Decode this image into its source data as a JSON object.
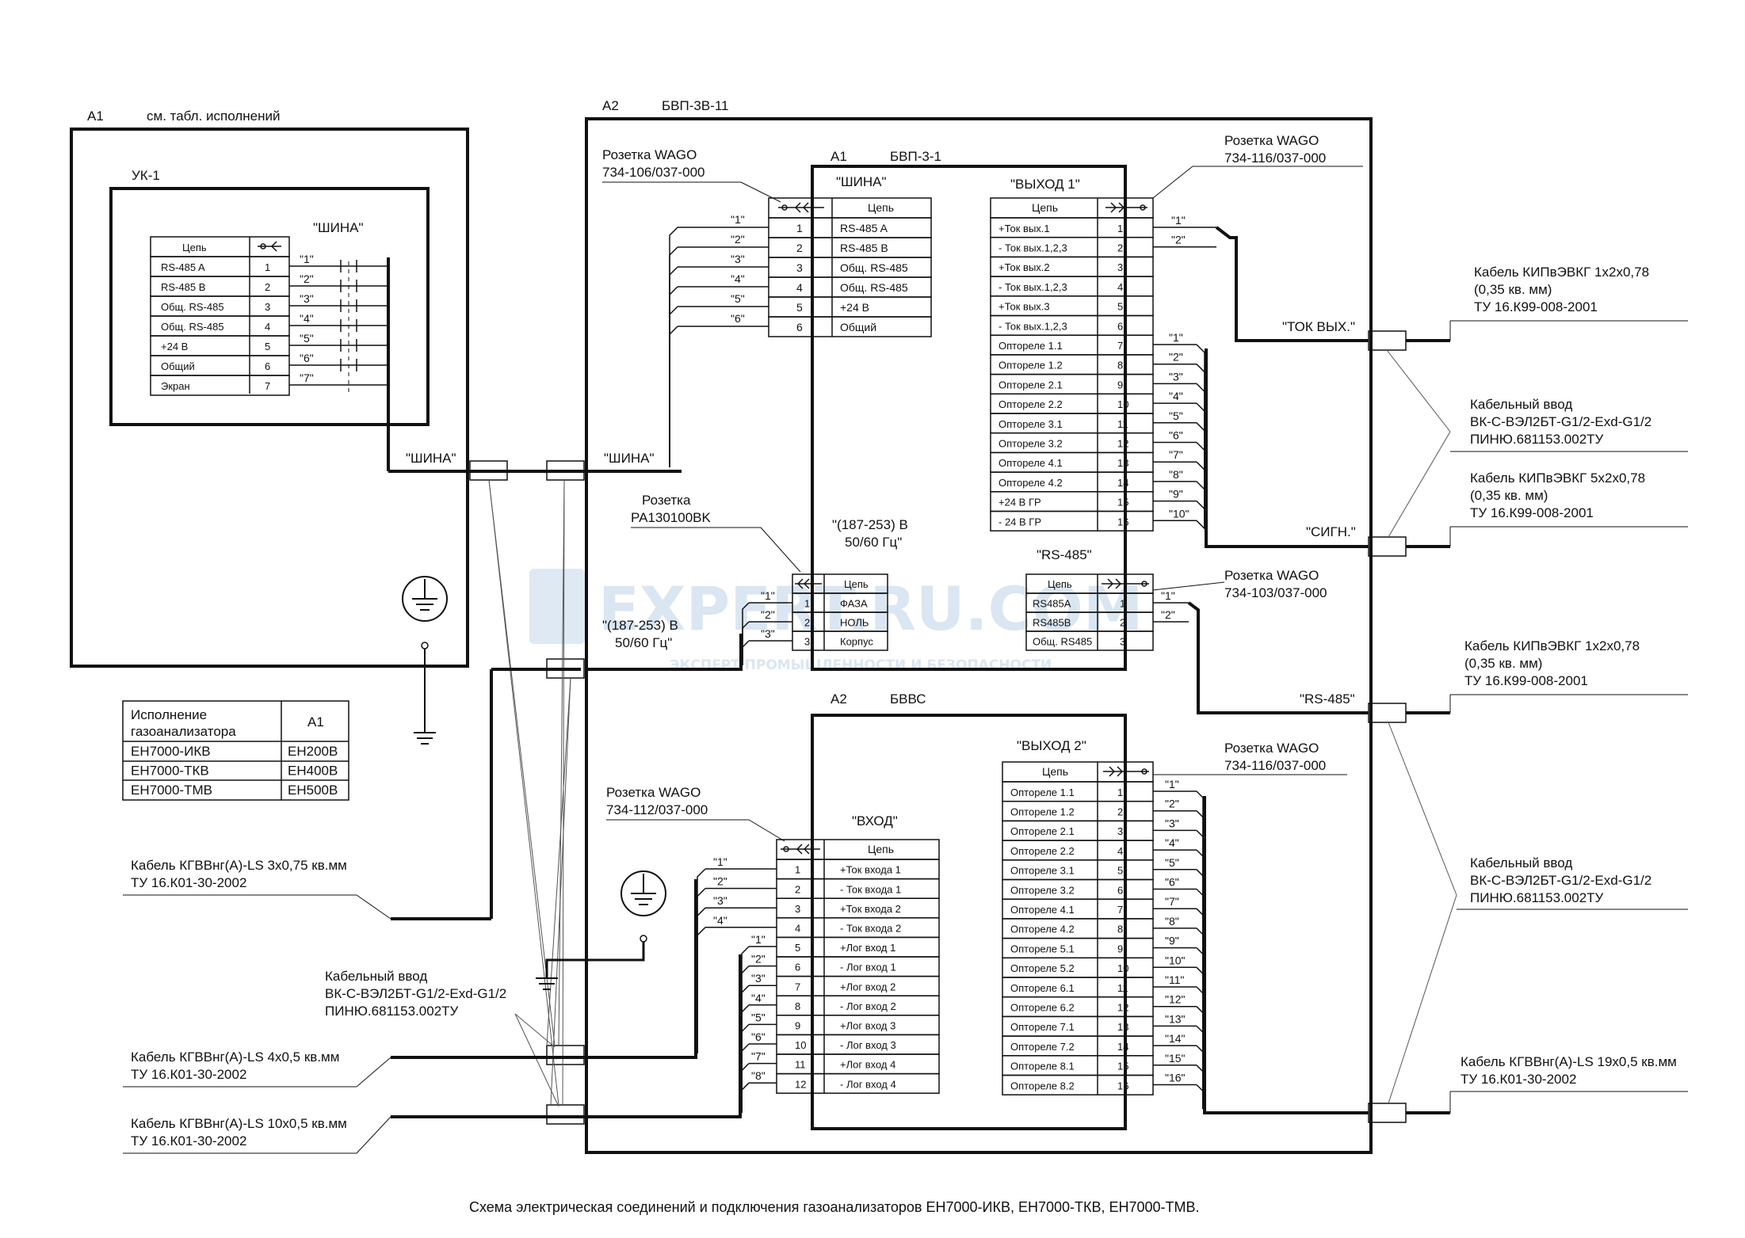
{
  "watermark": {
    "name": "EXPERT.RU.COM",
    "tagline": "ЭКСПЕРТ ПРОМЫШЛЕННОСТИ И БЕЗОПАСНОСТИ"
  },
  "caption": "Схема электрическая соединений и подключения газоанализаторов ЕН7000-ИКВ, ЕН7000-ТКВ, ЕН7000-ТМВ.",
  "a1_block": {
    "ref": "А1",
    "note": "см. табл. исполнений",
    "inner_label": "УК-1",
    "bus_title": "\"ШИНА\"",
    "table_header": "Цепь",
    "rows": [
      {
        "name": "RS-485 A",
        "pin": "1"
      },
      {
        "name": "RS-485 B",
        "pin": "2"
      },
      {
        "name": "Общ. RS-485",
        "pin": "3"
      },
      {
        "name": "Общ. RS-485",
        "pin": "4"
      },
      {
        "name": "+24 В",
        "pin": "5"
      },
      {
        "name": "Общий",
        "pin": "6"
      },
      {
        "name": "Экран",
        "pin": "7"
      }
    ],
    "wire_labels": [
      "\"1\"",
      "\"2\"",
      "\"3\"",
      "\"4\"",
      "\"5\"",
      "\"6\"",
      "\"7\""
    ],
    "bus_out_label": "\"ШИНА\""
  },
  "a2_block": {
    "ref": "А2",
    "title": "БВП-3В-11",
    "bus_in_label": "\"ШИНА\""
  },
  "bvp": {
    "ref": "А1",
    "title": "БВП-3-1",
    "shina": {
      "title": "\"ШИНА\"",
      "header": "Цепь",
      "socket_label": "Розетка WAGO",
      "socket_code": "734-106/037-000",
      "rows": [
        {
          "pin": "1",
          "name": "RS-485 A"
        },
        {
          "pin": "2",
          "name": "RS-485 B"
        },
        {
          "pin": "3",
          "name": "Общ. RS-485"
        },
        {
          "pin": "4",
          "name": "Общ. RS-485"
        },
        {
          "pin": "5",
          "name": "+24 В"
        },
        {
          "pin": "6",
          "name": "Общий"
        }
      ],
      "wire_labels": [
        "\"1\"",
        "\"2\"",
        "\"3\"",
        "\"4\"",
        "\"5\"",
        "\"6\""
      ]
    },
    "vyhod1": {
      "title": "\"ВЫХОД 1\"",
      "header": "Цепь",
      "socket_label": "Розетка WAGO",
      "socket_code": "734-116/037-000",
      "rows": [
        {
          "name": "+Ток вых.1",
          "pin": "1"
        },
        {
          "name": "- Ток вых.1,2,3",
          "pin": "2"
        },
        {
          "name": "+Ток вых.2",
          "pin": "3"
        },
        {
          "name": "- Ток вых.1,2,3",
          "pin": "4"
        },
        {
          "name": "+Ток вых.3",
          "pin": "5"
        },
        {
          "name": "- Ток вых.1,2,3",
          "pin": "6"
        },
        {
          "name": "Оптореле 1.1",
          "pin": "7"
        },
        {
          "name": "Оптореле 1.2",
          "pin": "8"
        },
        {
          "name": "Оптореле 2.1",
          "pin": "9"
        },
        {
          "name": "Оптореле 2.2",
          "pin": "10"
        },
        {
          "name": "Оптореле 3.1",
          "pin": "11"
        },
        {
          "name": "Оптореле 3.2",
          "pin": "12"
        },
        {
          "name": "Оптореле 4.1",
          "pin": "13"
        },
        {
          "name": "Оптореле 4.2",
          "pin": "14"
        },
        {
          "name": "+24 В  ГР",
          "pin": "15"
        },
        {
          "name": "- 24 В  ГР",
          "pin": "16"
        }
      ],
      "tok_wire_labels": [
        "\"1\"",
        "\"2\""
      ],
      "sign_wire_labels": [
        "\"1\"",
        "\"2\"",
        "\"3\"",
        "\"4\"",
        "\"5\"",
        "\"6\"",
        "\"7\"",
        "\"8\"",
        "\"9\"",
        "\"10\""
      ],
      "tok_label": "\"ТОК ВЫХ.\"",
      "sign_label": "\"СИГН.\""
    },
    "power": {
      "socket_label": "Розетка",
      "socket_code": "PA130100BK",
      "voltage_inner": "\"(187-253) В",
      "freq_inner": "50/60 Гц\"",
      "voltage_outer": "\"(187-253) В",
      "freq_outer": "50/60 Гц\"",
      "header": "Цепь",
      "rows": [
        {
          "pin": "1",
          "name": "ФАЗА"
        },
        {
          "pin": "2",
          "name": "НОЛЬ"
        },
        {
          "pin": "3",
          "name": "Корпус"
        }
      ],
      "wire_labels": [
        "\"1\"",
        "\"2\"",
        "\"3\""
      ]
    },
    "rs485": {
      "title": "\"RS-485\"",
      "header": "Цепь",
      "socket_label": "Розетка WAGO",
      "socket_code": "734-103/037-000",
      "rows": [
        {
          "name": "RS485A",
          "pin": "1"
        },
        {
          "name": "RS485B",
          "pin": "2"
        },
        {
          "name": "Общ. RS485",
          "pin": "3"
        }
      ],
      "wire_labels": [
        "\"1\"",
        "\"2\""
      ],
      "out_label": "\"RS-485\""
    }
  },
  "bvvs": {
    "ref": "А2",
    "title": "БВВС",
    "vhod": {
      "title": "\"ВХОД\"",
      "header": "Цепь",
      "socket_label": "Розетка WAGO",
      "socket_code": "734-112/037-000",
      "rows": [
        {
          "pin": "1",
          "name": "+Ток входа 1"
        },
        {
          "pin": "2",
          "name": "- Ток входа 1"
        },
        {
          "pin": "3",
          "name": "+Ток входа 2"
        },
        {
          "pin": "4",
          "name": "- Ток входа 2"
        },
        {
          "pin": "5",
          "name": "+Лог вход 1"
        },
        {
          "pin": "6",
          "name": "- Лог вход 1"
        },
        {
          "pin": "7",
          "name": "+Лог вход 2"
        },
        {
          "pin": "8",
          "name": "- Лог вход 2"
        },
        {
          "pin": "9",
          "name": "+Лог вход 3"
        },
        {
          "pin": "10",
          "name": "- Лог вход 3"
        },
        {
          "pin": "11",
          "name": "+Лог вход 4"
        },
        {
          "pin": "12",
          "name": "- Лог вход 4"
        }
      ],
      "tok_wire_labels": [
        "\"1\"",
        "\"2\"",
        "\"3\"",
        "\"4\""
      ],
      "log_wire_labels": [
        "\"1\"",
        "\"2\"",
        "\"3\"",
        "\"4\"",
        "\"5\"",
        "\"6\"",
        "\"7\"",
        "\"8\""
      ]
    },
    "vyhod2": {
      "title": "\"ВЫХОД 2\"",
      "header": "Цепь",
      "socket_label": "Розетка WAGO",
      "socket_code": "734-116/037-000",
      "rows": [
        {
          "name": "Оптореле 1.1",
          "pin": "1"
        },
        {
          "name": "Оптореле 1.2",
          "pin": "2"
        },
        {
          "name": "Оптореле 2.1",
          "pin": "3"
        },
        {
          "name": "Оптореле 2.2",
          "pin": "4"
        },
        {
          "name": "Оптореле 3.1",
          "pin": "5"
        },
        {
          "name": "Оптореле 3.2",
          "pin": "6"
        },
        {
          "name": "Оптореле 4.1",
          "pin": "7"
        },
        {
          "name": "Оптореле 4.2",
          "pin": "8"
        },
        {
          "name": "Оптореле 5.1",
          "pin": "9"
        },
        {
          "name": "Оптореле 5.2",
          "pin": "10"
        },
        {
          "name": "Оптореле 6.1",
          "pin": "11"
        },
        {
          "name": "Оптореле 6.2",
          "pin": "12"
        },
        {
          "name": "Оптореле 7.1",
          "pin": "13"
        },
        {
          "name": "Оптореле 7.2",
          "pin": "14"
        },
        {
          "name": "Оптореле 8.1",
          "pin": "15"
        },
        {
          "name": "Оптореле 8.2",
          "pin": "16"
        }
      ],
      "wire_labels": [
        "\"1\"",
        "\"2\"",
        "\"3\"",
        "\"4\"",
        "\"5\"",
        "\"6\"",
        "\"7\"",
        "\"8\"",
        "\"9\"",
        "\"10\"",
        "\"11\"",
        "\"12\"",
        "\"13\"",
        "\"14\"",
        "\"15\"",
        "\"16\""
      ]
    }
  },
  "versions_table": {
    "header_1": "Исполнение",
    "header_2": "газоанализатора",
    "header_col": "А1",
    "rows": [
      {
        "model": "ЕН7000-ИКВ",
        "a1": "ЕН200В"
      },
      {
        "model": "ЕН7000-ТКВ",
        "a1": "ЕН400В"
      },
      {
        "model": "ЕН7000-ТМВ",
        "a1": "ЕН500В"
      }
    ]
  },
  "cables_left": [
    {
      "line1": "Кабель КГВВнг(А)-LS 3х0,75 кв.мм",
      "line2": "ТУ 16.К01-30-2002"
    },
    {
      "line1": "Кабель КГВВнг(А)-LS 4х0,5 кв.мм",
      "line2": "ТУ 16.К01-30-2002"
    },
    {
      "line1": "Кабель КГВВнг(А)-LS 10х0,5 кв.мм",
      "line2": "ТУ 16.К01-30-2002"
    }
  ],
  "cable_entry_left": {
    "line1": "Кабельный ввод",
    "line2": "ВК-С-ВЭЛ2БТ-G1/2-Exd-G1/2",
    "line3": "ПИНЮ.681153.002ТУ"
  },
  "cables_right": [
    {
      "line1": "Кабель КИПвЭВКГ 1х2х0,78",
      "line2": "(0,35 кв. мм)",
      "line3": "ТУ 16.К99-008-2001"
    },
    {
      "line1": "Кабель КИПвЭВКГ 5х2х0,78",
      "line2": "(0,35 кв. мм)",
      "line3": "ТУ 16.К99-008-2001"
    },
    {
      "line1": "Кабель КИПвЭВКГ 1х2х0,78",
      "line2": "(0,35 кв. мм)",
      "line3": "ТУ 16.К99-008-2001"
    },
    {
      "line1": "Кабель КГВВнг(А)-LS 19х0,5 кв.мм",
      "line2": "ТУ 16.К01-30-2002"
    }
  ],
  "cable_entries_right": [
    {
      "line1": "Кабельный ввод",
      "line2": "ВК-С-ВЭЛ2БТ-G1/2-Exd-G1/2",
      "line3": "ПИНЮ.681153.002ТУ"
    },
    {
      "line1": "Кабельный ввод",
      "line2": "ВК-С-ВЭЛ2БТ-G1/2-Exd-G1/2",
      "line3": "ПИНЮ.681153.002ТУ"
    }
  ]
}
